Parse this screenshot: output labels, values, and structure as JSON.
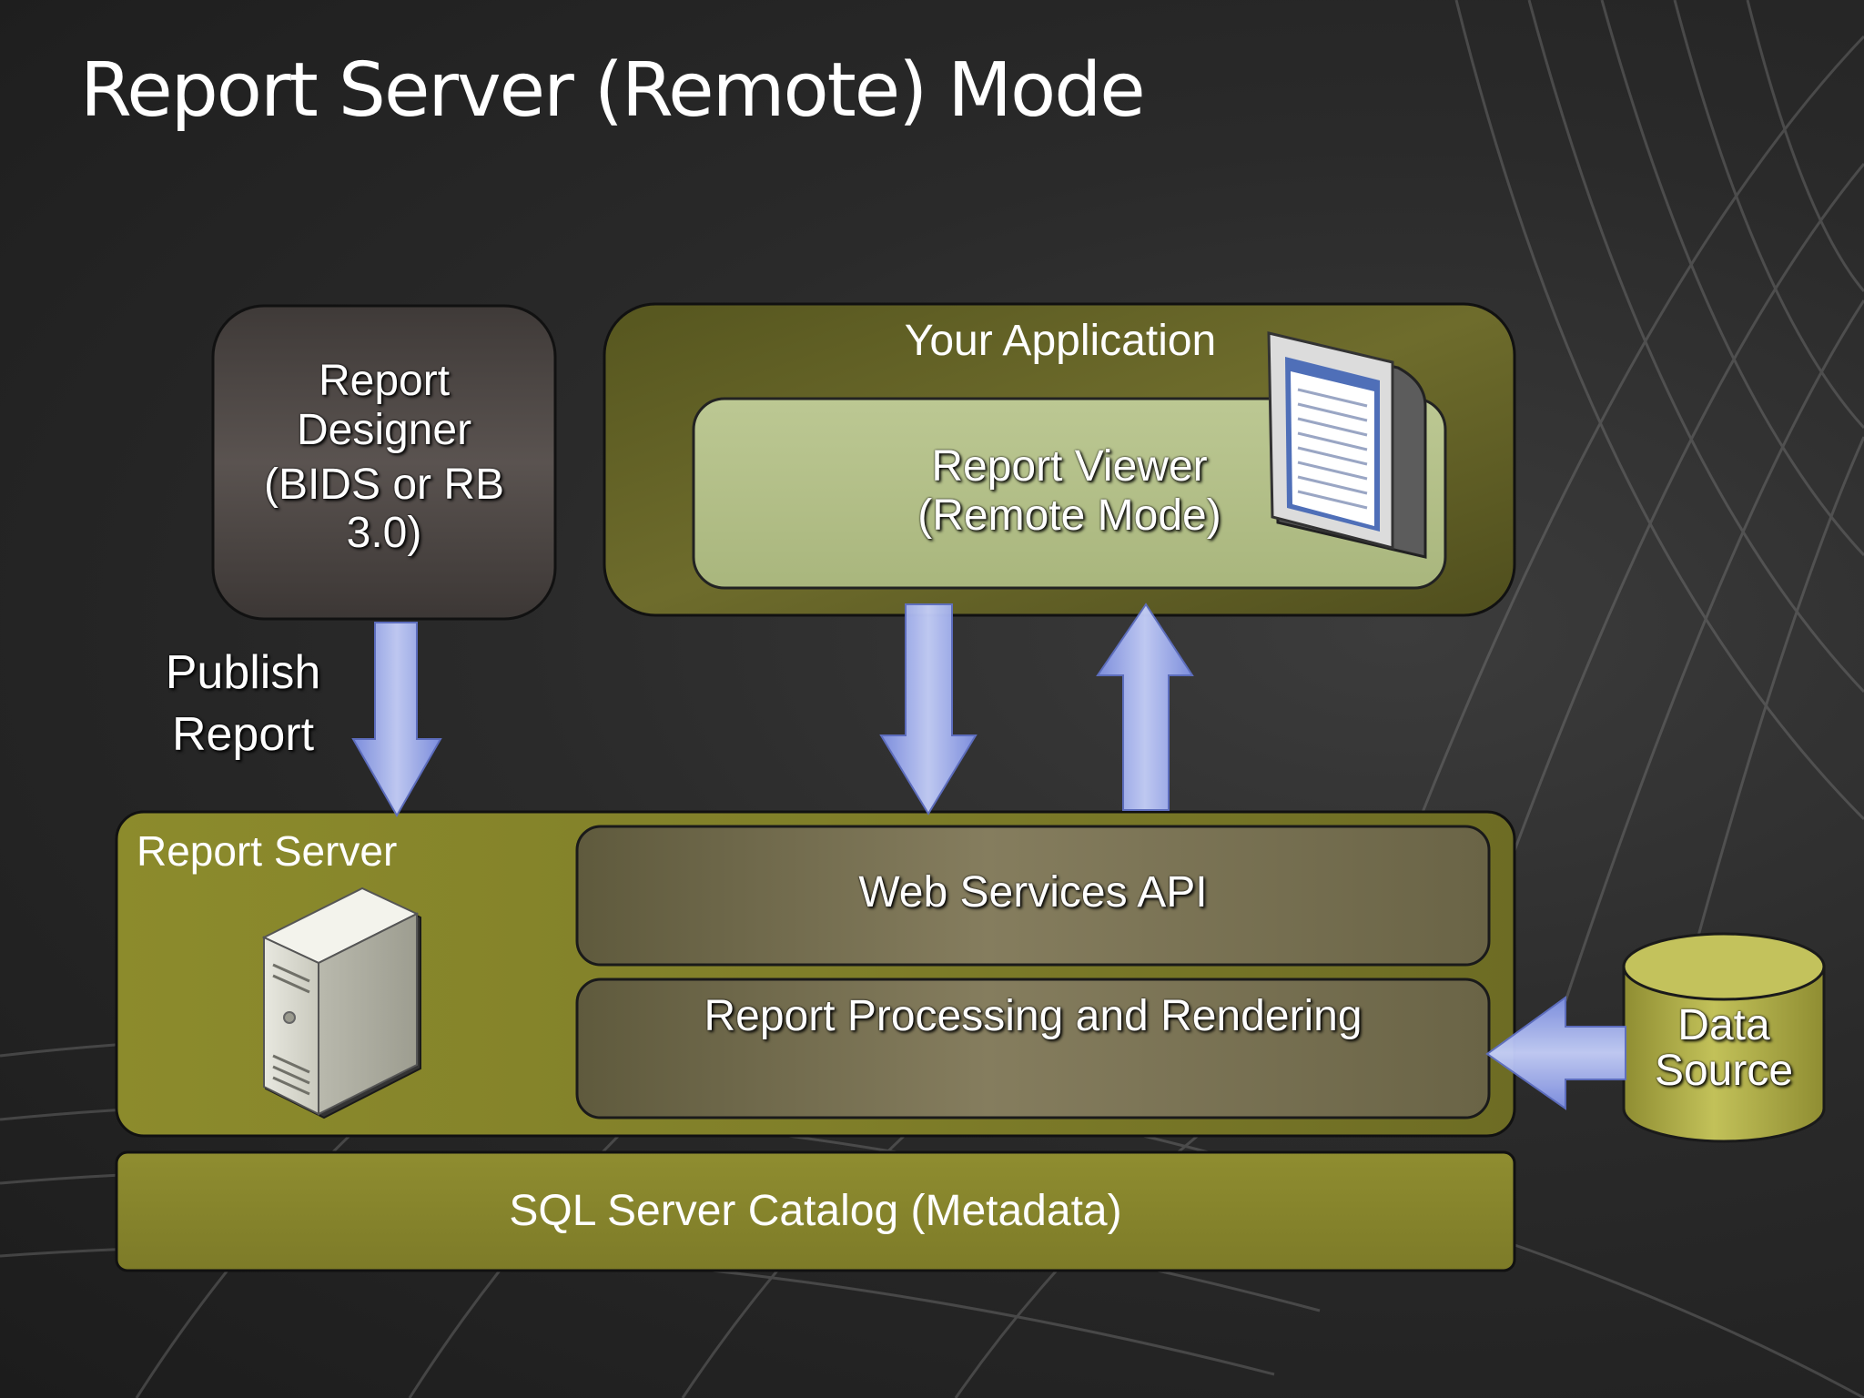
{
  "slide": {
    "title": "Report Server (Remote) Mode"
  },
  "diagram": {
    "report_designer": {
      "line1": "Report",
      "line2": "Designer",
      "line3": "(BIDS or RB",
      "line4": "3.0)"
    },
    "publish_label": {
      "line1": "Publish",
      "line2": "Report"
    },
    "your_application": {
      "label": "Your Application",
      "report_viewer": {
        "line1": "Report Viewer",
        "line2": "(Remote Mode)"
      }
    },
    "report_server": {
      "label": "Report Server",
      "web_services": "Web Services API",
      "processing": "Report Processing and Rendering"
    },
    "data_source": {
      "line1": "Data",
      "line2": "Source"
    },
    "catalog": "SQL Server Catalog (Metadata)"
  },
  "colors": {
    "olive": "#8c8a2c",
    "olive_dark": "#5e5d22",
    "viewer_green": "#b2bf86",
    "designer_gray": "#4f4a48",
    "arrow_blue": "#a7b5f2"
  }
}
